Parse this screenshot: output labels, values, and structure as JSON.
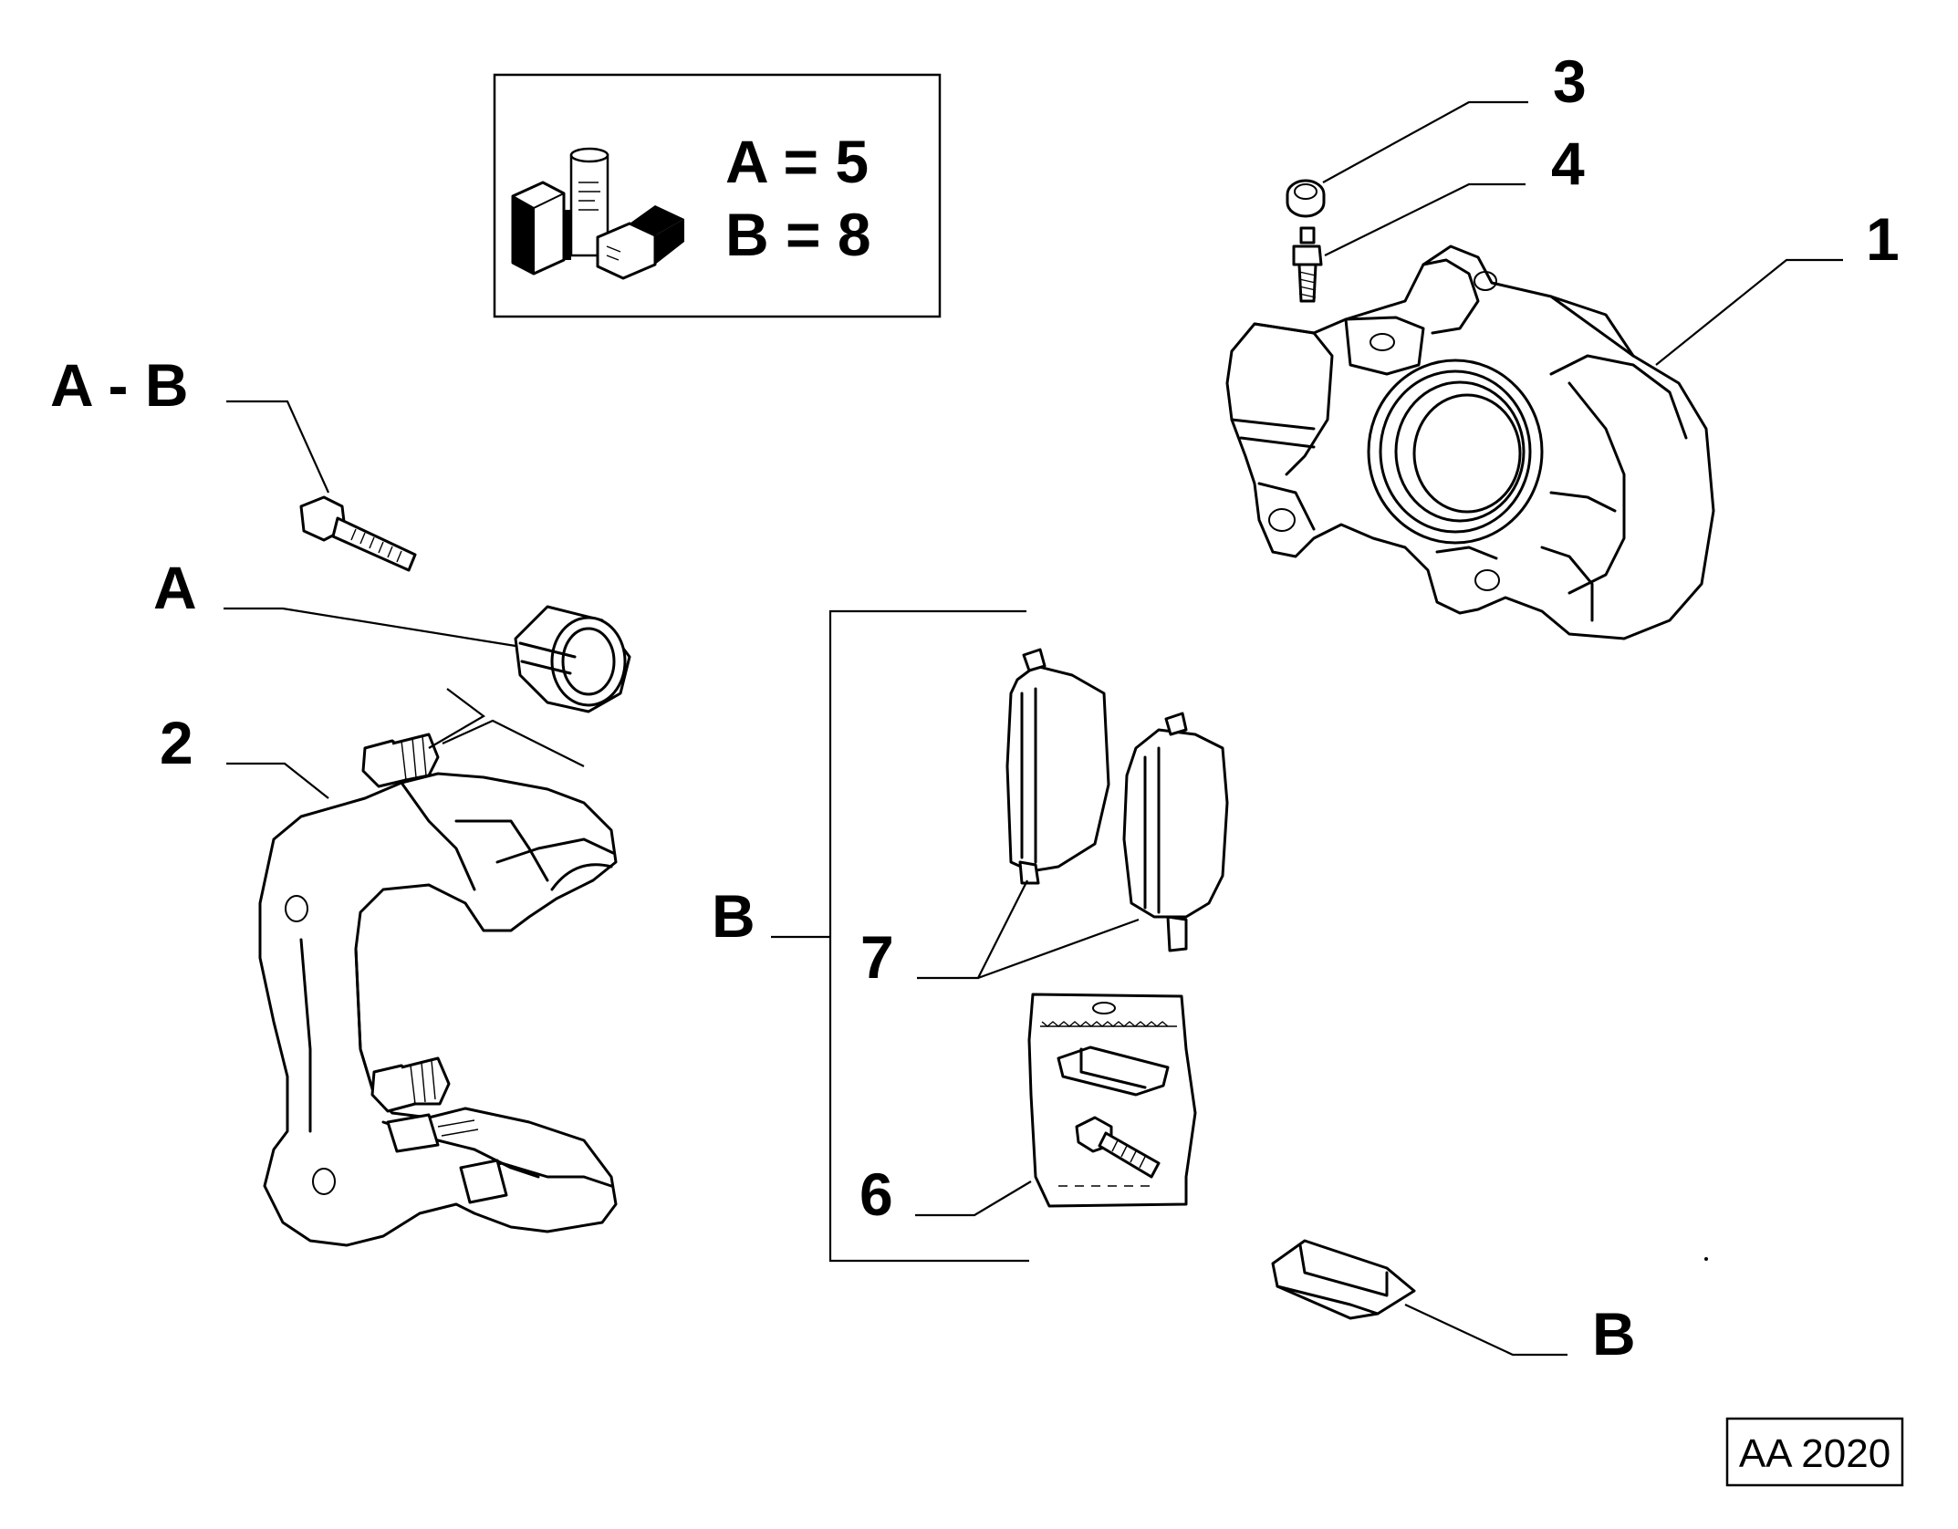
{
  "legend": {
    "kit_line_a": "A = 5",
    "kit_line_b": "B = 8",
    "kit_icon": "fiat-kit-package-icon"
  },
  "labels": {
    "part_1": "1",
    "part_2": "2",
    "part_3": "3",
    "part_4": "4",
    "part_6": "6",
    "part_7": "7",
    "group_ab": "A - B",
    "group_a": "A",
    "group_b_bracket": "B",
    "group_b_clip": "B"
  },
  "drawing_code": "AA 2020",
  "colors": {
    "line": "#000000",
    "background": "#ffffff"
  }
}
